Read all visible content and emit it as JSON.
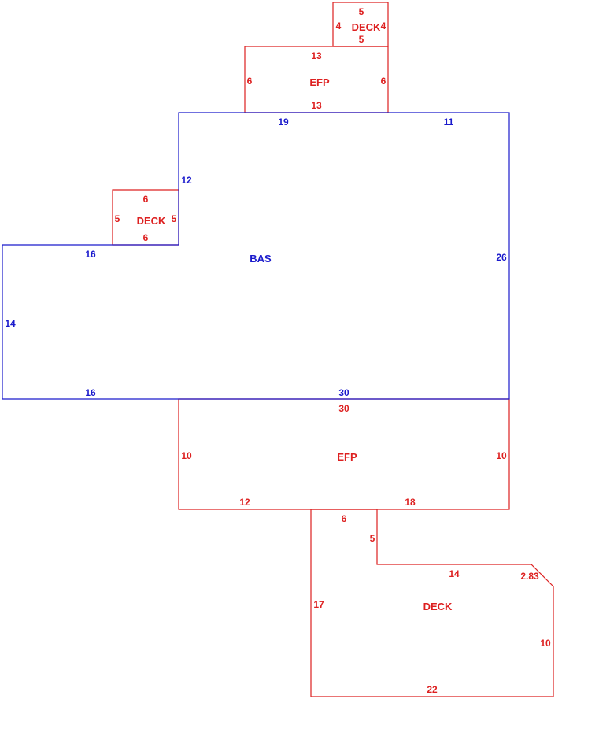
{
  "colors": {
    "main": "#1a1acc",
    "addition": "#dd2020",
    "background": "#ffffff"
  },
  "sketch": {
    "top_deck": {
      "label": "DECK",
      "dim_top": "5",
      "dim_bottom": "5",
      "dim_left": "4",
      "dim_right": "4"
    },
    "top_efp": {
      "label": "EFP",
      "dim_top": "13",
      "dim_bottom": "13",
      "dim_left": "6",
      "dim_right": "6"
    },
    "bas": {
      "label": "BAS",
      "dim_top_left": "19",
      "dim_top_right": "11",
      "dim_step_vertical": "12",
      "dim_left_top": "16",
      "dim_left": "14",
      "dim_right": "26",
      "dim_bottom_left": "16",
      "dim_bottom_right": "30"
    },
    "side_deck": {
      "label": "DECK",
      "dim_top": "6",
      "dim_bottom": "6",
      "dim_left": "5",
      "dim_right": "5"
    },
    "bottom_efp": {
      "label": "EFP",
      "dim_top": "30",
      "dim_left": "10",
      "dim_right": "10",
      "dim_bottom_left": "12",
      "dim_bottom_right": "18"
    },
    "bottom_deck": {
      "label": "DECK",
      "dim_top": "6",
      "dim_notch": "5",
      "dim_ledge": "14",
      "dim_diagonal": "2.83",
      "dim_left": "17",
      "dim_right": "10",
      "dim_bottom": "22"
    }
  }
}
